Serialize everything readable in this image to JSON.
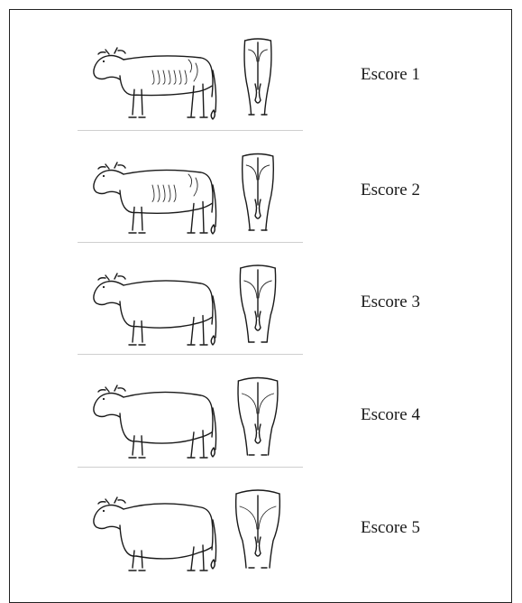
{
  "scores": [
    {
      "label": "Escore 1",
      "condition": 1
    },
    {
      "label": "Escore 2",
      "condition": 2
    },
    {
      "label": "Escore 3",
      "condition": 3
    },
    {
      "label": "Escore 4",
      "condition": 4
    },
    {
      "label": "Escore 5",
      "condition": 5
    }
  ]
}
